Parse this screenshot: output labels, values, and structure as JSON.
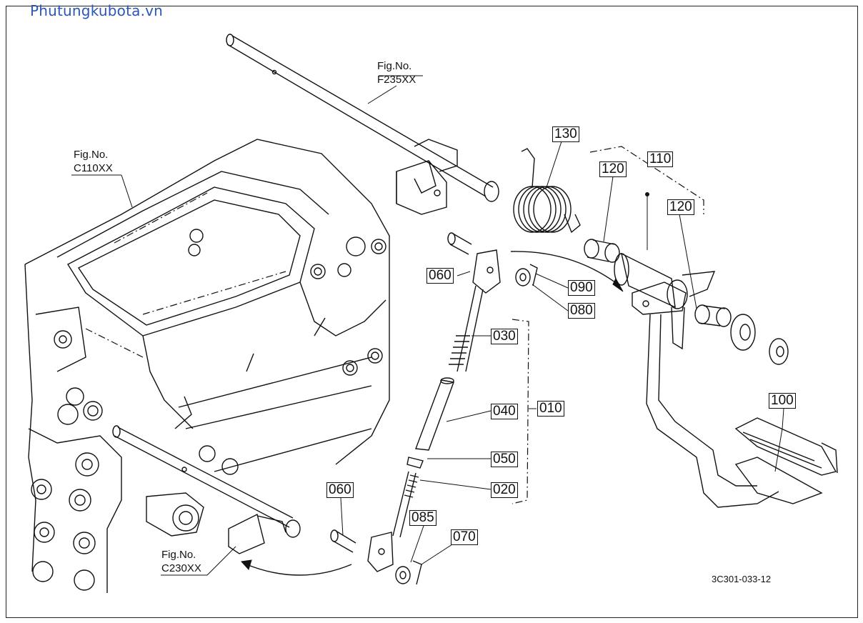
{
  "watermark": "Phutungkubota.vn",
  "drawing_number": "3C301-033-12",
  "figure_refs": [
    {
      "label": "Fig.No.",
      "code": "F235XX"
    },
    {
      "label": "Fig.No.",
      "code": "C110XX"
    },
    {
      "label": "Fig.No.",
      "code": "C230XX"
    }
  ],
  "part_labels": {
    "p130": "130",
    "p110": "110",
    "p120a": "120",
    "p120b": "120",
    "p060a": "060",
    "p090": "090",
    "p080": "080",
    "p030": "030",
    "p040": "040",
    "p010": "010",
    "p050": "050",
    "p020": "020",
    "p060b": "060",
    "p085": "085",
    "p070": "070",
    "p100": "100"
  }
}
